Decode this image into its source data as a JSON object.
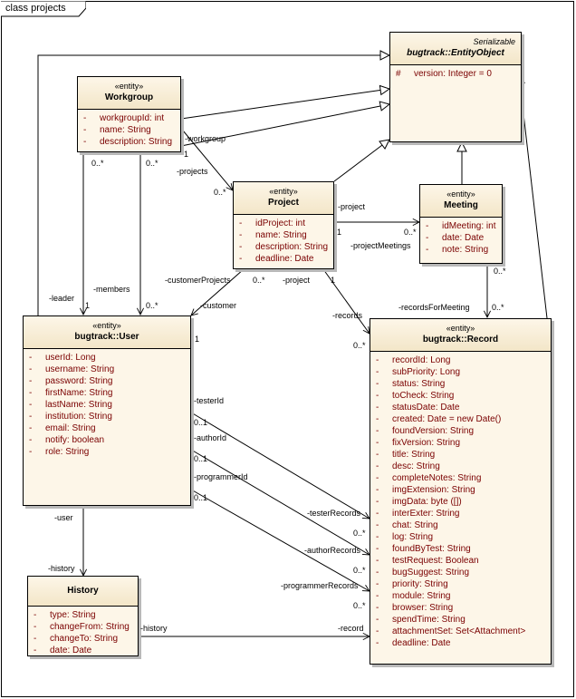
{
  "frame": {
    "label": "class projects"
  },
  "classes": {
    "entityobject": {
      "stereotype": "Serializable",
      "name": "bugtrack::EntityObject",
      "attributes": [
        {
          "marker": "#",
          "text": "version:  Integer = 0"
        }
      ]
    },
    "workgroup": {
      "stereotype": "«entity»",
      "name": "Workgroup",
      "attributes": [
        {
          "marker": "-",
          "text": "workgroupId:  int"
        },
        {
          "marker": "-",
          "text": "name:  String"
        },
        {
          "marker": "-",
          "text": "description:  String"
        }
      ]
    },
    "project": {
      "stereotype": "«entity»",
      "name": "Project",
      "attributes": [
        {
          "marker": "-",
          "text": "idProject:  int"
        },
        {
          "marker": "-",
          "text": "name:  String"
        },
        {
          "marker": "-",
          "text": "description:  String"
        },
        {
          "marker": "-",
          "text": "deadline:  Date"
        }
      ]
    },
    "meeting": {
      "stereotype": "«entity»",
      "name": "Meeting",
      "attributes": [
        {
          "marker": "-",
          "text": "idMeeting:  int"
        },
        {
          "marker": "-",
          "text": "date:  Date"
        },
        {
          "marker": "-",
          "text": "note:  String"
        }
      ]
    },
    "user": {
      "stereotype": "«entity»",
      "name": "bugtrack::User",
      "attributes": [
        {
          "marker": "-",
          "text": "userId:  Long"
        },
        {
          "marker": "-",
          "text": "username:  String"
        },
        {
          "marker": "-",
          "text": "password:  String"
        },
        {
          "marker": "-",
          "text": "firstName:  String"
        },
        {
          "marker": "-",
          "text": "lastName:  String"
        },
        {
          "marker": "-",
          "text": "institution:  String"
        },
        {
          "marker": "-",
          "text": "email:  String"
        },
        {
          "marker": "-",
          "text": "notify:  boolean"
        },
        {
          "marker": "-",
          "text": "role:  String"
        }
      ]
    },
    "record": {
      "stereotype": "«entity»",
      "name": "bugtrack::Record",
      "attributes": [
        {
          "marker": "-",
          "text": "recordId:  Long"
        },
        {
          "marker": "-",
          "text": "subPriority:  Long"
        },
        {
          "marker": "-",
          "text": "status:  String"
        },
        {
          "marker": "-",
          "text": "toCheck:  String"
        },
        {
          "marker": "-",
          "text": "statusDate:  Date"
        },
        {
          "marker": "-",
          "text": "created:  Date = new Date()"
        },
        {
          "marker": "-",
          "text": "foundVersion:  String"
        },
        {
          "marker": "-",
          "text": "fixVersion:  String"
        },
        {
          "marker": "-",
          "text": "title:  String"
        },
        {
          "marker": "-",
          "text": "desc:  String"
        },
        {
          "marker": "-",
          "text": "completeNotes:  String"
        },
        {
          "marker": "-",
          "text": "imgExtension:  String"
        },
        {
          "marker": "-",
          "text": "imgData:  byte ([])"
        },
        {
          "marker": "-",
          "text": "interExter:  String"
        },
        {
          "marker": "-",
          "text": "chat:  String"
        },
        {
          "marker": "-",
          "text": "log:  String"
        },
        {
          "marker": "-",
          "text": "foundByTest:  String"
        },
        {
          "marker": "-",
          "text": "testRequest:  Boolean"
        },
        {
          "marker": "-",
          "text": "bugSuggest:  String"
        },
        {
          "marker": "-",
          "text": "priority:  String"
        },
        {
          "marker": "-",
          "text": "module:  String"
        },
        {
          "marker": "-",
          "text": "browser:  String"
        },
        {
          "marker": "-",
          "text": "spendTime:  String"
        },
        {
          "marker": "-",
          "text": "attachmentSet:  Set<Attachment>"
        },
        {
          "marker": "-",
          "text": "deadline:  Date"
        }
      ]
    },
    "history": {
      "stereotype": "",
      "name": "History",
      "attributes": [
        {
          "marker": "-",
          "text": "type:  String"
        },
        {
          "marker": "-",
          "text": "changeFrom:  String"
        },
        {
          "marker": "-",
          "text": "changeTo:  String"
        },
        {
          "marker": "-",
          "text": "date:  Date"
        }
      ]
    }
  },
  "labels": {
    "workgroup_role": "-workgroup",
    "wg_one": "1",
    "projects_role": "-projects",
    "projects_mult": "0..*",
    "wg_leader_mult": "0..*",
    "wg_members_mult": "0..*",
    "leader_role": "-leader",
    "leader_one": "1",
    "members_role": "-members",
    "members_mult": "0..*",
    "project_role": "-project",
    "project_one": "1",
    "project_meetings_role": "-projectMeetings",
    "project_meetings_mult": "0..*",
    "customer_projects_role": "-customerProjects",
    "customer_projects_mult": "0..*",
    "customer_role": "-customer",
    "customer_one": "1",
    "project_role2": "-project",
    "project_one2": "1",
    "records_role": "-records",
    "records_mult": "0..*",
    "meeting_mult": "0..*",
    "records_for_meeting_role": "-recordsForMeeting",
    "records_for_meeting_mult": "0..*",
    "tester_id_role": "-testerId",
    "tester_id_mult": "0..1",
    "author_id_role": "-authorId",
    "author_id_mult": "0..1",
    "programmer_id_role": "-programmerId",
    "programmer_id_mult": "0..1",
    "tester_records_role": "-testerRecords",
    "tester_records_mult": "0..*",
    "author_records_role": "-authorRecords",
    "author_records_mult": "0..*",
    "programmer_records_role": "-programmerRecords",
    "programmer_records_mult": "0..*",
    "user_role": "-user",
    "history_role": "-history",
    "history_role2": "-history",
    "record_role": "-record"
  }
}
